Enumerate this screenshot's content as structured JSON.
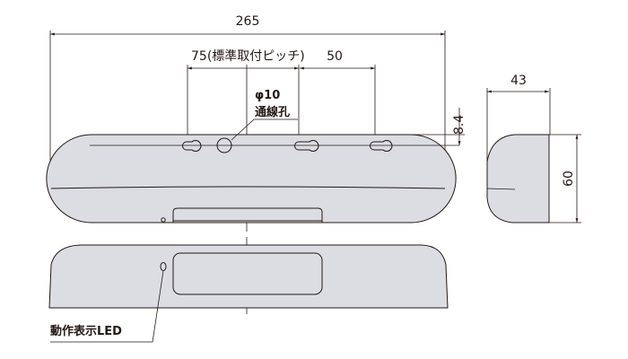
{
  "drawing": {
    "type": "dimensional outline drawing",
    "units": "mm",
    "fill_color": "#dcdde3",
    "line_color": "#231815"
  },
  "dimensions": {
    "overall_width": "265",
    "mounting_pitch": "75(標準取付ピッチ)",
    "hole_spacing": "50",
    "hole_offset": "8.4",
    "depth": "43",
    "height": "60"
  },
  "annotations": {
    "wiring_hole_size": "φ10",
    "wiring_hole_label": "通線孔",
    "led_label": "動作表示LED"
  },
  "views": [
    {
      "name": "front-view"
    },
    {
      "name": "bottom-view"
    },
    {
      "name": "side-view"
    }
  ]
}
